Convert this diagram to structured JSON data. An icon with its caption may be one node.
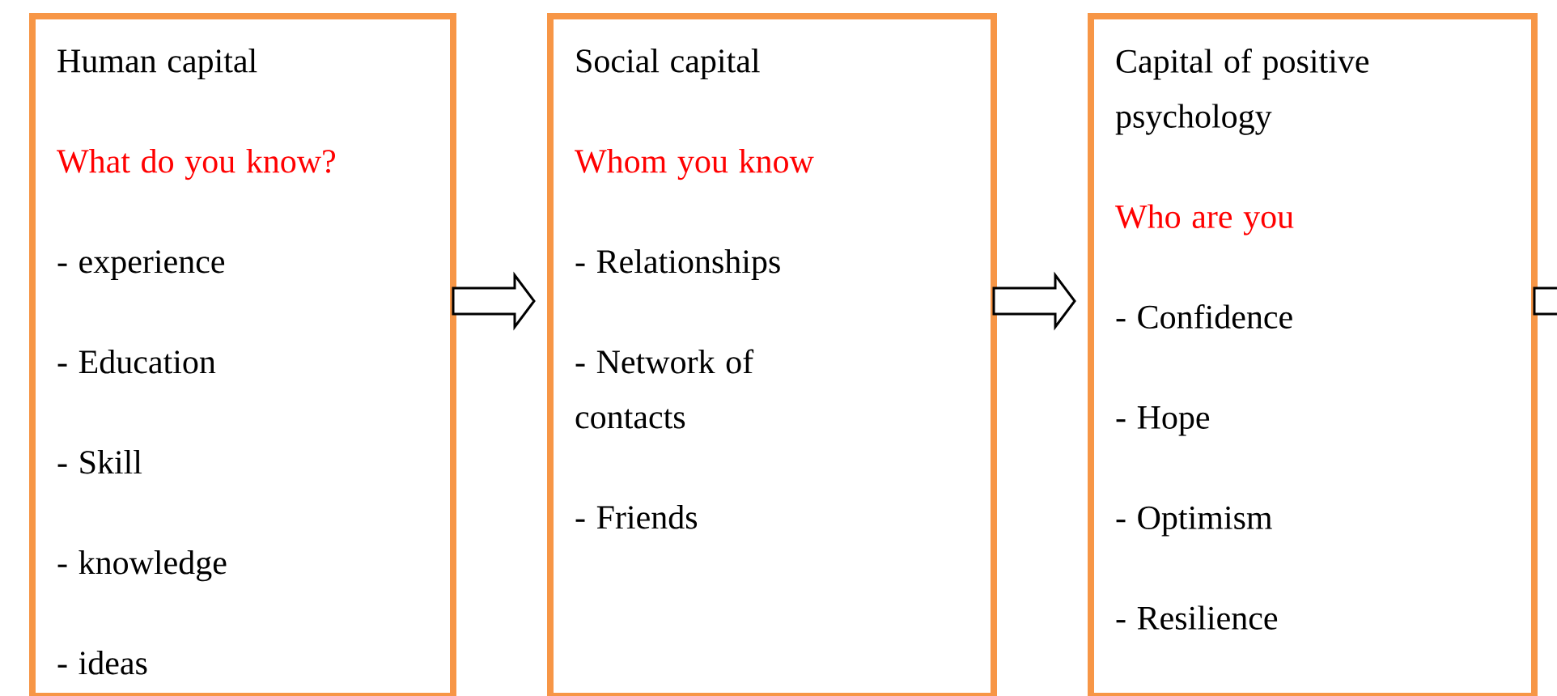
{
  "diagram": {
    "nodes": [
      {
        "text": [
          "Human capital",
          "What do you know?",
          "- experience",
          "- Education",
          "- Skill",
          "- knowledge",
          "- ideas"
        ]
      },
      {
        "text": [
          "Social capital",
          "Whom you know",
          "- Relationships",
          "- Network of contacts",
          "- Friends"
        ]
      },
      {
        "text": [
          "Capital of positive psychology",
          "Who are you",
          "- Confidence",
          "- Hope",
          "- Optimism",
          "- Resilience"
        ]
      }
    ],
    "edges": [
      {
        "from": 0,
        "to": 1,
        "arrow": "to"
      },
      {
        "from": 1,
        "to": 2,
        "arrow": "to"
      },
      {
        "from": 2,
        "to": null,
        "arrow": "to"
      }
    ]
  }
}
